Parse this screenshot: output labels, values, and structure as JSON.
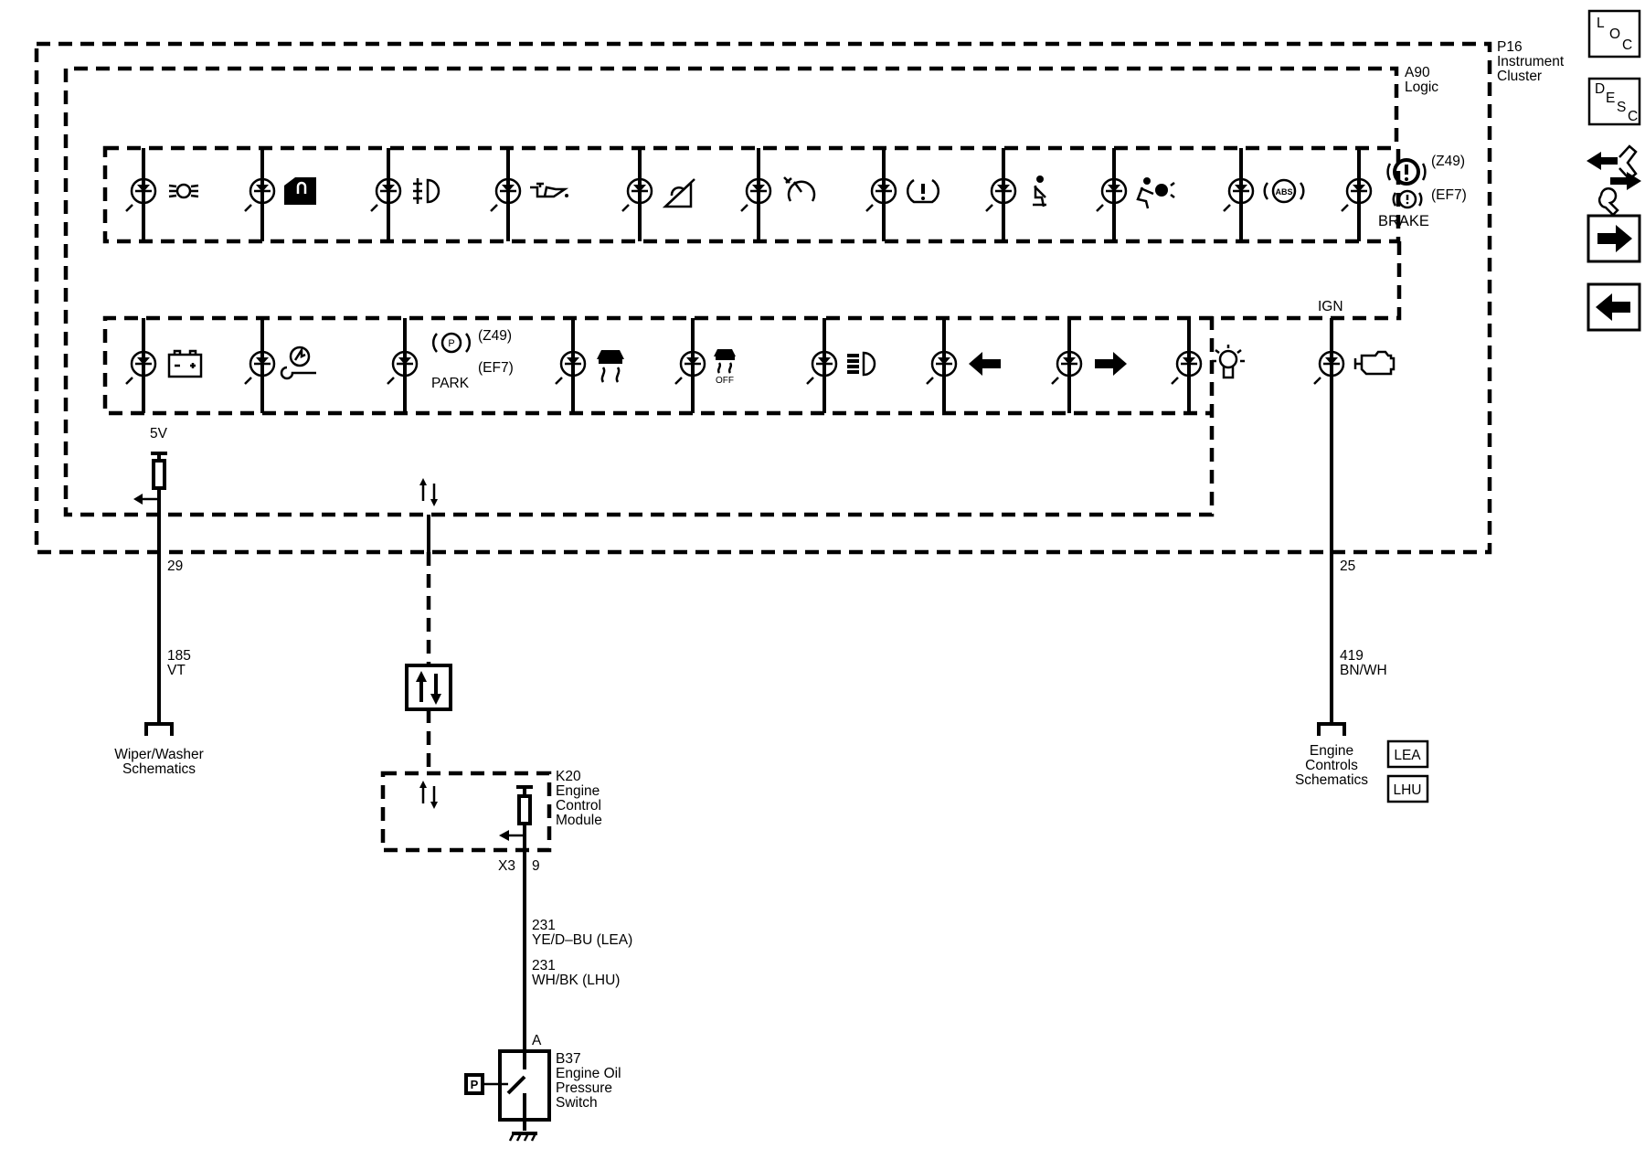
{
  "modules": {
    "instrument_cluster": {
      "ref": "P16",
      "name_line1": "Instrument",
      "name_line2": "Cluster"
    },
    "logic": {
      "ref": "A90",
      "name": "Logic"
    },
    "ecm": {
      "ref": "K20",
      "line1": "Engine",
      "line2": "Control",
      "line3": "Module",
      "connector": "X3",
      "pin": "9"
    },
    "oil_switch": {
      "ref": "B37",
      "line1": "Engine Oil",
      "line2": "Pressure",
      "line3": "Switch",
      "terminal": "A",
      "pressure_symbol": "P"
    }
  },
  "indicators_top": [
    {
      "icon": "park-lamp-icon"
    },
    {
      "icon": "security-lock-icon"
    },
    {
      "icon": "rear-fog-lamp-icon"
    },
    {
      "icon": "oil-can-icon"
    },
    {
      "icon": "hill-descent-icon"
    },
    {
      "icon": "cruise-control-icon"
    },
    {
      "icon": "tire-pressure-icon"
    },
    {
      "icon": "seatbelt-icon"
    },
    {
      "icon": "airbag-icon"
    },
    {
      "icon": "abs-icon",
      "symbol": "ABS"
    },
    {
      "icon": "brake-warning-icon"
    }
  ],
  "indicators_bottom": [
    {
      "icon": "battery-icon"
    },
    {
      "icon": "service-vehicle-icon"
    },
    {
      "icon": "park-brake-icon"
    },
    {
      "icon": "traction-control-icon"
    },
    {
      "icon": "traction-off-icon",
      "symbol": "OFF"
    },
    {
      "icon": "high-beam-icon"
    },
    {
      "icon": "left-turn-arrow-icon"
    },
    {
      "icon": "right-turn-arrow-icon"
    },
    {
      "icon": "bulb-icon"
    },
    {
      "icon": "check-engine-icon"
    }
  ],
  "labels": {
    "brake_z49": "(Z49)",
    "brake_ef7": "(EF7)",
    "brake": "BRAKE",
    "park_z49": "(Z49)",
    "park_ef7": "(EF7)",
    "park": "PARK",
    "park_symbol": "P",
    "ign": "IGN",
    "five_v": "5V"
  },
  "circuits": {
    "left": {
      "pin": "29",
      "circuit": "185",
      "color": "VT",
      "dest_line1": "Wiper/Washer",
      "dest_line2": "Schematics"
    },
    "right": {
      "pin": "25",
      "circuit": "419",
      "color": "BN/WH",
      "dest_line1": "Engine",
      "dest_line2": "Controls",
      "dest_line3": "Schematics"
    },
    "oil": {
      "circuit_a": "231",
      "color_a": "YE/D–BU (LEA)",
      "circuit_b": "231",
      "color_b": "WH/BK (LHU)"
    }
  },
  "engine_options": [
    {
      "code": "LEA"
    },
    {
      "code": "LHU"
    }
  ],
  "nav": {
    "loc": {
      "l1": "L",
      "l2": "O",
      "l3": "C"
    },
    "desc": {
      "l1": "D",
      "l2": "E",
      "l3": "S",
      "l4": "C"
    }
  }
}
